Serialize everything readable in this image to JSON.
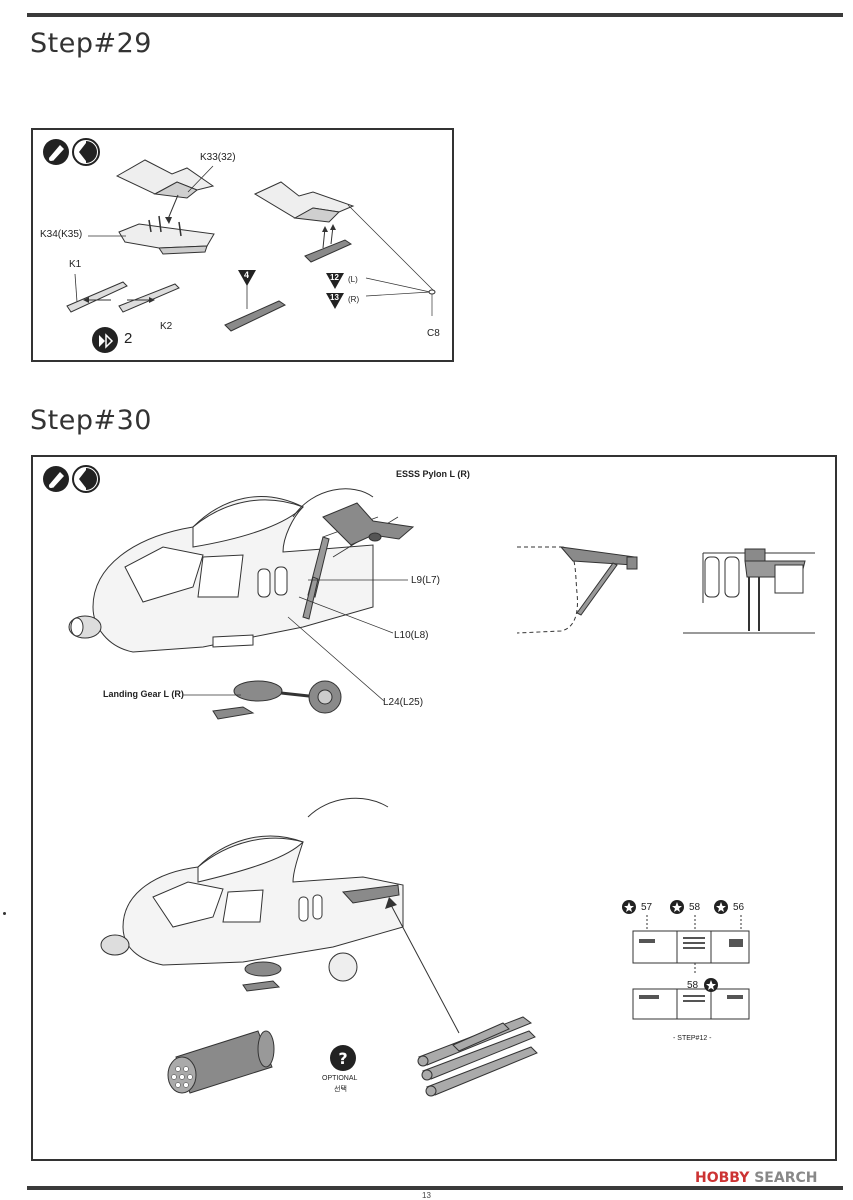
{
  "steps": [
    {
      "title": "Step#29",
      "labels": {
        "k33": "K33(32)",
        "k34": "K34(K35)",
        "k1": "K1",
        "k2": "K2",
        "c8": "C8",
        "callout_4": "4",
        "callout_12": "12",
        "callout_13": "13",
        "side_l": "(L)",
        "side_r": "(R)",
        "repeat_count": "2"
      },
      "icons": [
        "glue-icon",
        "paint-icon",
        "repeat-icon"
      ]
    },
    {
      "title": "Step#30",
      "labels": {
        "esss_pylon": "ESSS Pylon L (R)",
        "l9": "L9(L7)",
        "l10": "L10(L8)",
        "l24": "L24(L25)",
        "landing_gear": "Landing Gear L (R)",
        "optional": "OPTIONAL",
        "optional_kr": "선택",
        "decal_57": "57",
        "decal_58a": "58",
        "decal_56": "56",
        "decal_58b": "58",
        "step_ref": "- STEP#12 -"
      },
      "icons": [
        "glue-icon",
        "paint-icon",
        "question-icon",
        "decal-icon"
      ]
    }
  ],
  "footer": {
    "page_number": "13",
    "watermark_brand": "HOBBY",
    "watermark_rest": "SEARCH"
  },
  "colors": {
    "frame": "#333333",
    "part_fill": "#8a8a8a",
    "watermark_accent": "#cc3333"
  }
}
